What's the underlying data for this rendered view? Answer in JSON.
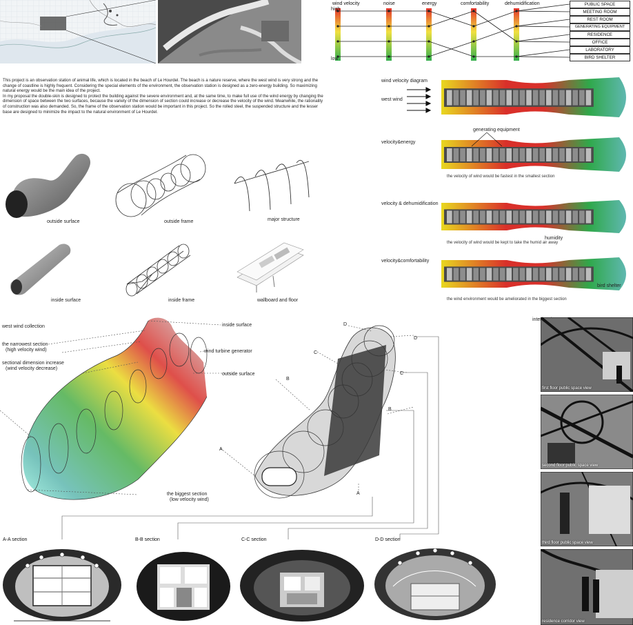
{
  "intro": {
    "paragraph1": "This project is an observation station of animal life, which is located in the beach of Le Hourdel. The beach is a nature reserve, where the west wind is very strong and the change of coastline is highly frequent. Considering the special elements of the environment, the observation station is designed as a zero-energy building. So maximizing natural energy would be the main idea of the project.",
    "paragraph2": "In my proposal the double-skin is designed to protect the building against the severe environment and, at the same time, to make full use of the wind energy by changing the dimension of space between the two surfaces, because the variety of the dimension of section could increase or decrease the velocity of the wind. Meanwhile, the rationality of construction was also demanded. So, the frame of the observation station would be important in this project. So the rolled steel, the suspended structure and the lesser base are designed to minimize the impact to the natural environment of Le Hourdel."
  },
  "matrix": {
    "columns": [
      "wind velocity",
      "noise",
      "energy",
      "comfortability",
      "dehumidification"
    ],
    "scale_high": "high",
    "scale_low": "low",
    "functions": [
      "PUBLIC SPACE",
      "MEETING ROOM",
      "REST ROOM",
      "GENERATING EQUIPMENT",
      "RESIDENCE",
      "OFFICE",
      "LABORATORY",
      "BIRD SHELTER"
    ]
  },
  "components": [
    "outside surface",
    "outside frame",
    "major structure",
    "inside surface",
    "inside frame",
    "wallboard and floor"
  ],
  "diagrams": {
    "wind_velocity": {
      "title": "wind velocity diagram",
      "wind_label": "west wind"
    },
    "energy": {
      "title": "velocity&energy",
      "annotation": "generating equipment",
      "caption": "the velocity of wind would be fastest in the smallest section"
    },
    "dehumidification": {
      "title": "velocity & dehumidification",
      "annotation": "humidity",
      "caption": "the velocity of wind would be kept to take the humid air away"
    },
    "comfortability": {
      "title": "velocity&comfortability",
      "annotation": "bird shelter",
      "caption": "the wind environment would be ameliorated in the biggest section"
    }
  },
  "axo_labels": {
    "west_wind_collection": "west wind collection",
    "narrowest_section": "the narrowest section",
    "narrowest_sub": "(high velocity wind)",
    "dimension_increase": "sectional dimension increase",
    "dimension_sub": "(wind velocity decrease)",
    "inside_surface": "inside surface",
    "turbine": "wind turbine generator",
    "outside_surface": "outside surface",
    "biggest_section": "the biggest section",
    "biggest_sub": "(low velocity wind)"
  },
  "cut_letters": [
    "A",
    "B",
    "C",
    "D"
  ],
  "sections": [
    "A-A  section",
    "B-B  section",
    "C-C  section",
    "D-D  section"
  ],
  "interior": {
    "title": "interior view",
    "views": [
      "first floor public space view",
      "second floor public space view",
      "third floor public space view",
      "residence corridor view"
    ]
  },
  "colors": {
    "high_wind": "#d9302a",
    "mid_wind": "#e8d820",
    "low_wind": "#2fa84a",
    "teal": "#5fb8b0"
  }
}
